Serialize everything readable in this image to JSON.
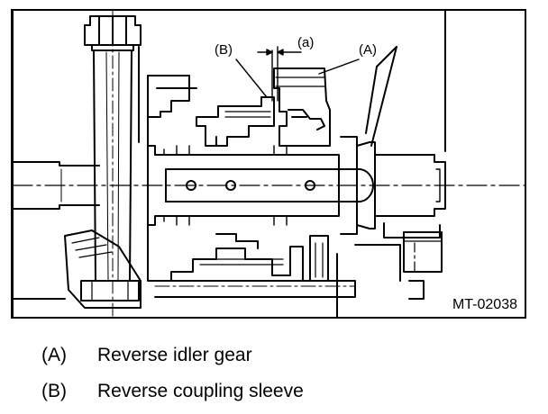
{
  "figure": {
    "labels": {
      "a": "(a)",
      "A": "(A)",
      "B": "(B)"
    },
    "figure_id": "MT-02038"
  },
  "legend": [
    {
      "key": "(A)",
      "text": "Reverse idler gear"
    },
    {
      "key": "(B)",
      "text": "Reverse coupling sleeve"
    }
  ]
}
